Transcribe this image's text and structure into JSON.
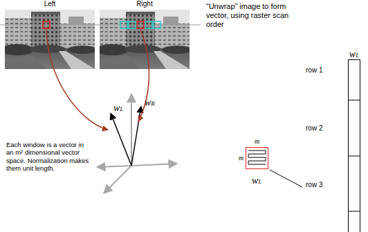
{
  "diagram": {
    "nodes": [
      {
        "text": [
          "Left"
        ]
      },
      {
        "text": [
          "Right"
        ]
      },
      {
        "text": [
          "m",
          "m"
        ]
      },
      {
        "text": [
          "wL"
        ]
      }
    ],
    "labels": [
      "“Unwrap” image to form vector, using raster scan order",
      "wL",
      "wR",
      "Each window is a vector in an m² dimensional vector space. Normalization makes them unit length.",
      "wL",
      "row 1",
      "row 2",
      "row 3"
    ]
  }
}
